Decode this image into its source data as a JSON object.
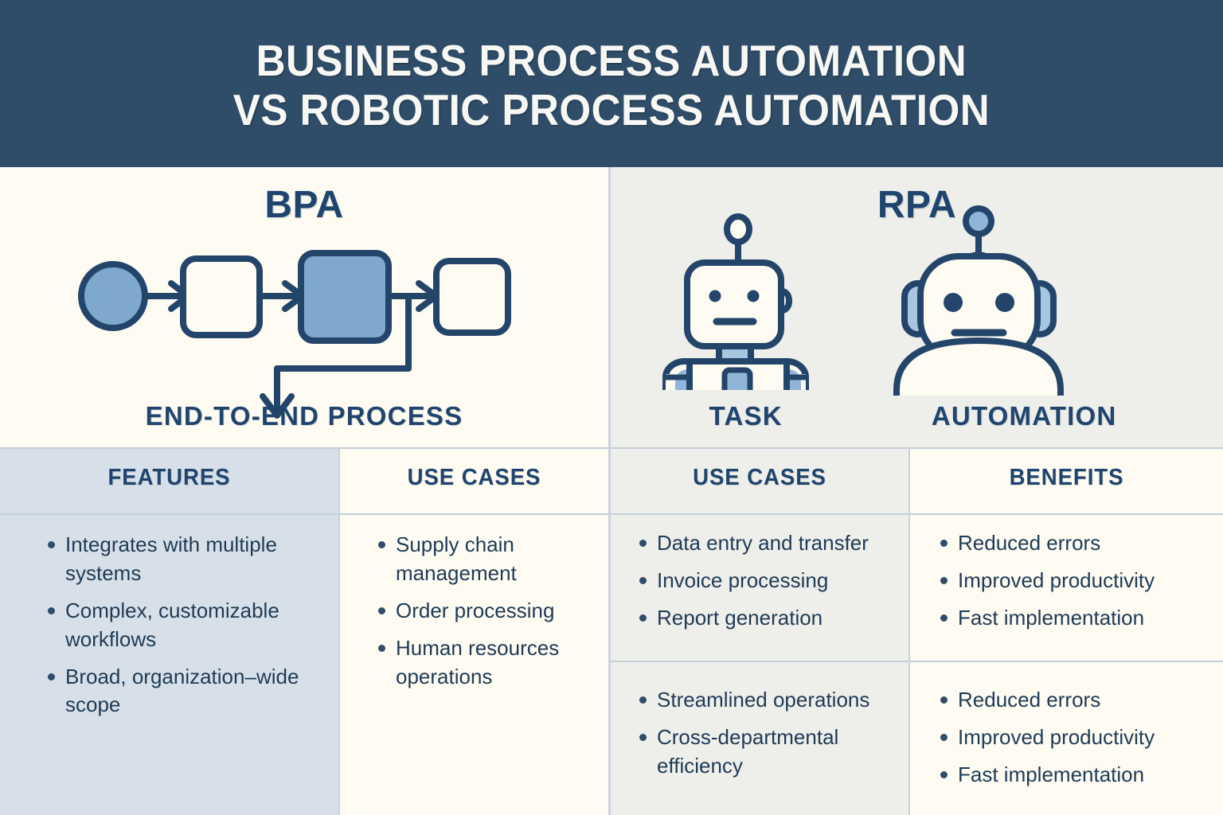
{
  "header": {
    "line1": "BUSINESS PROCESS AUTOMATION",
    "line2": "VS ROBOTIC PROCESS AUTOMATION",
    "bg_color": "#2f4d68",
    "text_color": "#f7f8f4"
  },
  "colors": {
    "navy": "#1f456e",
    "dark_navy": "#2a4a69",
    "accent_blue": "#7fa8cd",
    "light_blue": "#a8c6e0",
    "cream": "#fdfbf2",
    "gray_panel": "#eeeeea",
    "blue_gray_col": "#d7e0e8",
    "divider": "#c9d3dc",
    "body_text": "#1f3b55"
  },
  "panels": {
    "bpa": {
      "title": "BPA",
      "caption": "END-TO-END PROCESS",
      "diagram": {
        "type": "flow",
        "nodes": [
          "start-circle",
          "task-box-1",
          "task-box-highlighted",
          "task-box-2"
        ],
        "branch": "downward-arrow"
      }
    },
    "rpa": {
      "title": "RPA",
      "caption_left": "TASK",
      "caption_right": "AUTOMATION",
      "icons": [
        "robot-square-icon",
        "robot-round-icon"
      ]
    }
  },
  "table": {
    "columns": [
      {
        "header": "FEATURES",
        "sections": [
          {
            "items": [
              "Integrates with multiple systems",
              "Complex, customizable workflows",
              "Broad, organization–wide scope"
            ]
          }
        ]
      },
      {
        "header": "USE CASES",
        "sections": [
          {
            "items": [
              "Supply chain management",
              "Order processing",
              "Human resources operations"
            ]
          }
        ]
      },
      {
        "header": "USE CASES",
        "sections": [
          {
            "items": [
              "Data entry and transfer",
              "Invoice processing",
              "Report generation"
            ]
          },
          {
            "items": [
              "Streamlined operations",
              "Cross-departmental efficiency"
            ]
          }
        ]
      },
      {
        "header": "BENEFITS",
        "sections": [
          {
            "items": [
              "Reduced errors",
              "Improved productivity",
              "Fast implementation"
            ]
          },
          {
            "items": [
              "Reduced errors",
              "Improved productivity",
              "Fast implementation"
            ]
          }
        ]
      }
    ]
  }
}
